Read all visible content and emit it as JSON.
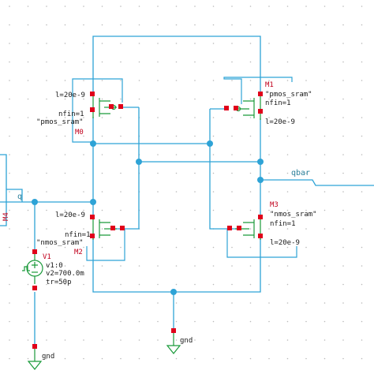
{
  "colors": {
    "wire": "#2ea3d6",
    "pin": "#e0001a",
    "symbol": "#1a9a3a",
    "grid": "#b9b9b9",
    "net_label": "#2a7f9a",
    "instance_name": "#c0001c"
  },
  "devices": {
    "m0": {
      "name": "M0",
      "l": "l=20e-9",
      "nfin": "nfin=1",
      "model": "\"pmos_sram\""
    },
    "m1": {
      "name": "M1",
      "model": "\"pmos_sram\"",
      "nfin": "nfin=1",
      "l": "l=20e-9"
    },
    "m2": {
      "name": "M2",
      "l": "l=20e-9",
      "nfin": "nfin=1",
      "model": "\"nmos_sram\""
    },
    "m3": {
      "name": "M3",
      "model": "\"nmos_sram\"",
      "nfin": "nfin=1",
      "l": "l=20e-9"
    },
    "m4": {
      "name": "M4"
    }
  },
  "source": {
    "name": "V1",
    "v1": "v1:0",
    "v2": "v2=700.0m",
    "tr": "tr=50p"
  },
  "nets": {
    "q": "q",
    "qbar": "qbar",
    "gnd_center": "gnd",
    "gnd_left": "gnd"
  }
}
